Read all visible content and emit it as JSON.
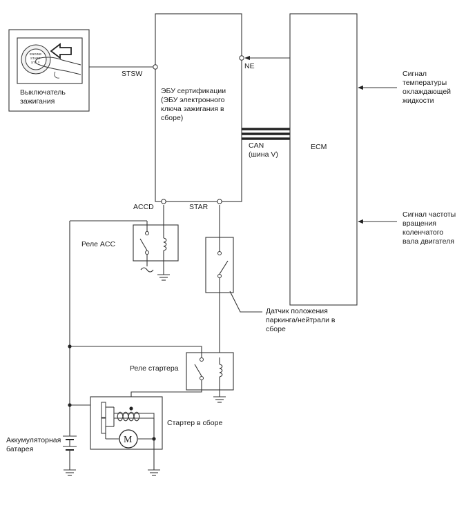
{
  "components": {
    "ignition_switch": {
      "label_line1": "Выключатель",
      "label_line2": "зажигания",
      "button_line1": "ENGINE",
      "button_line2": "START",
      "button_line3": "STOP"
    },
    "cert_ecu": {
      "line1": "ЭБУ сертификации",
      "line2": "(ЭБУ электронного",
      "line3": "ключа зажигания в",
      "line4": "сборе)"
    },
    "ecm": {
      "label": "ECM"
    },
    "acc_relay": {
      "label": "Реле ACC"
    },
    "starter_relay": {
      "label": "Реле стартера"
    },
    "starter_assembly": {
      "label": "Стартер в сборе",
      "motor_symbol": "M"
    },
    "park_neutral_sensor": {
      "line1": "Датчик положения",
      "line2": "паркинга/нейтрали в",
      "line3": "сборе"
    },
    "battery": {
      "line1": "Аккумуляторная",
      "line2": "батарея"
    }
  },
  "terminals": {
    "stsw": "STSW",
    "ne": "NE",
    "accd": "ACCD",
    "star": "STAR"
  },
  "bus": {
    "line1": "CAN",
    "line2": "(шина V)"
  },
  "signals": {
    "coolant_temp": {
      "line1": "Сигнал",
      "line2": "температуры",
      "line3": "охлаждающей",
      "line4": "жидкости"
    },
    "crank_speed": {
      "line1": "Сигнал частоты",
      "line2": "вращения",
      "line3": "коленчатого",
      "line4": "вала двигателя"
    }
  }
}
